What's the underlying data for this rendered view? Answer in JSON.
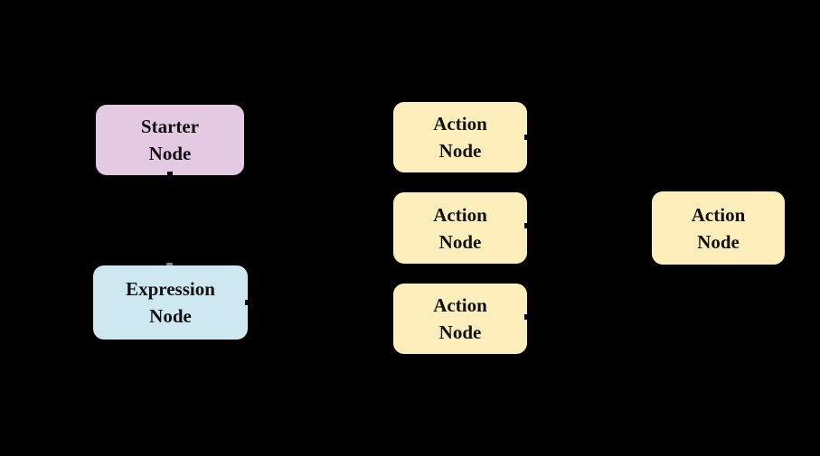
{
  "diagram": {
    "type": "flowchart",
    "nodes": [
      {
        "id": "starter-node",
        "label": "Starter\nNode",
        "fill": "#e3c9e2",
        "role": "starter"
      },
      {
        "id": "expression-node",
        "label": "Expression\nNode",
        "fill": "#cde8f1",
        "role": "expression"
      },
      {
        "id": "action-node-1",
        "label": "Action\nNode",
        "fill": "#fdeebc",
        "role": "action"
      },
      {
        "id": "action-node-2",
        "label": "Action\nNode",
        "fill": "#fdeebc",
        "role": "action"
      },
      {
        "id": "action-node-3",
        "label": "Action\nNode",
        "fill": "#fdeebc",
        "role": "action"
      },
      {
        "id": "action-node-4",
        "label": "Action\nNode",
        "fill": "#fdeebc",
        "role": "action"
      }
    ],
    "colors": {
      "background": "#000000",
      "starter_fill": "#e3c9e2",
      "expression_fill": "#cde8f1",
      "action_fill": "#fdeebc",
      "text": "#111111",
      "connector": "#000000"
    }
  }
}
